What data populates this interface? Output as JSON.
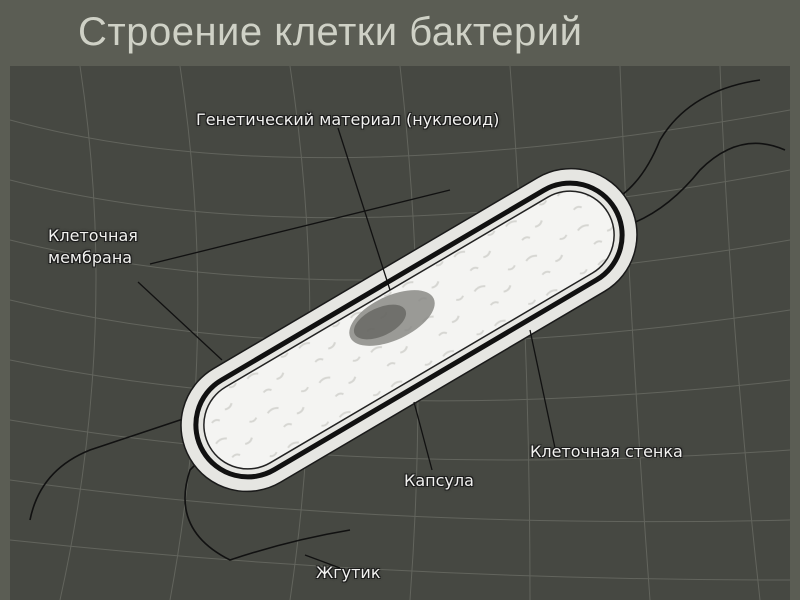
{
  "title": "Строение клетки бактерий",
  "labels": {
    "genetic_material": "Генетический материал (нуклеоид)",
    "membrane_line1": "Клеточная",
    "membrane_line2": "мембрана",
    "cell_wall": "Клеточная стенка",
    "capsule": "Капсула",
    "flagellum": "Жгутик"
  }
}
